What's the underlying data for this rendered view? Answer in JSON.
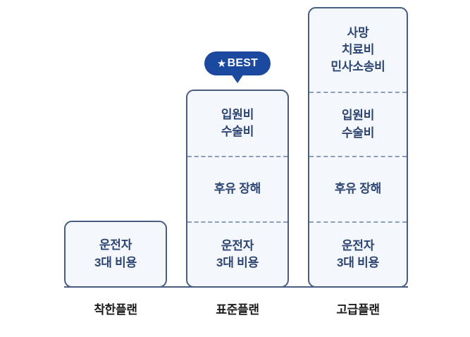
{
  "diagram": {
    "title_visible": false,
    "colors": {
      "box_fill": "#f4f7fc",
      "box_border": "#4a5c82",
      "divider": "#8e9cbb",
      "benefit_text": "#2d4573",
      "label_text": "#1d1d1d",
      "badge_bg": "#1c49a0",
      "badge_text": "#ffffff",
      "page_bg": "#ffffff"
    }
  },
  "badge": {
    "star_glyph": "★",
    "label": "BEST",
    "attached_to": "표준플랜"
  },
  "plans": [
    {
      "key": "basic",
      "label": "착한플랜",
      "benefits": [
        {
          "lines": [
            "운전자",
            "3대 비용"
          ]
        }
      ]
    },
    {
      "key": "standard",
      "label": "표준플랜",
      "benefits": [
        {
          "lines": [
            "입원비",
            "수술비"
          ]
        },
        {
          "lines": [
            "후유 장해"
          ]
        },
        {
          "lines": [
            "운전자",
            "3대 비용"
          ]
        }
      ]
    },
    {
      "key": "premium",
      "label": "고급플랜",
      "benefits": [
        {
          "lines": [
            "사망",
            "치료비",
            "민사소송비"
          ]
        },
        {
          "lines": [
            "입원비",
            "수술비"
          ]
        },
        {
          "lines": [
            "후유 장해"
          ]
        },
        {
          "lines": [
            "운전자",
            "3대 비용"
          ]
        }
      ]
    }
  ]
}
